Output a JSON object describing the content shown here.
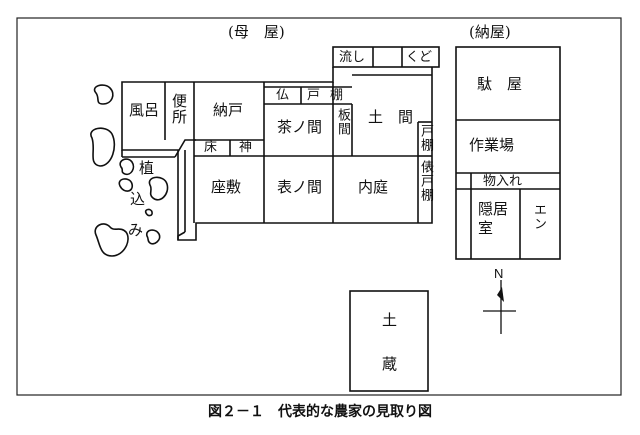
{
  "headings": {
    "main_house": "(母　屋)",
    "barn": "(納屋)"
  },
  "rooms": {
    "kitchen_sink": "流し",
    "stove": "くど",
    "bath": "風呂",
    "toilet": "便所",
    "storeroom": "納戸",
    "butsudan": "仏",
    "door": "戸",
    "shelf": "棚",
    "tea_room": "茶ノ間",
    "shelf_room": "板間",
    "earth_floor": "土　間",
    "door_shelf_1": "戸棚",
    "alcove": "床",
    "kamidana": "神",
    "parlor": "座敷",
    "front_room": "表ノ間",
    "inner_court": "内庭",
    "door_shelf_2": "俵戸棚",
    "stable": "駄　屋",
    "workshop": "作業場",
    "shed": "物入れ",
    "retire_room": "隠居室",
    "engawa": "エン",
    "warehouse_top": "土",
    "warehouse_bottom": "蔵"
  },
  "garden": {
    "label_1": "植",
    "label_2": "込",
    "label_3": "み"
  },
  "compass": {
    "label": "N"
  },
  "caption": "図２－１　代表的な農家の見取り図"
}
